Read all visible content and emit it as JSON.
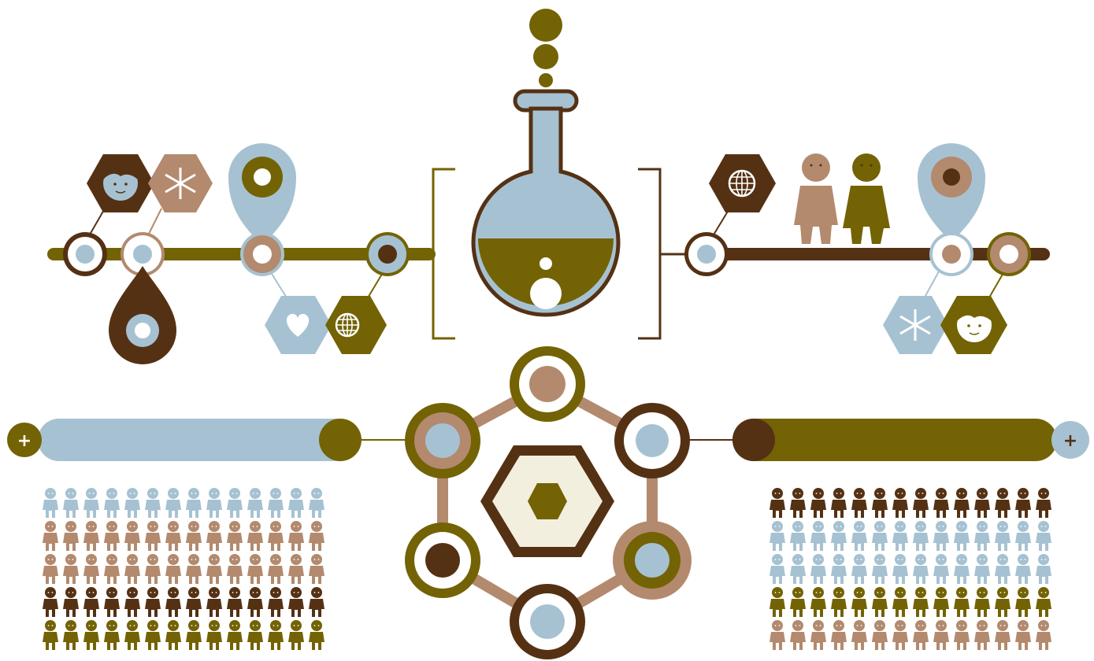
{
  "palette": {
    "olive": "#736304",
    "dark_brown": "#553114",
    "tan": "#b38a6e",
    "light_blue": "#a6c2d2",
    "cream": "#f3efdf",
    "white": "#ffffff"
  },
  "icons": {
    "left_hexes": [
      "face-icon",
      "asterisk-icon",
      "heart-icon",
      "globe-icon"
    ],
    "right_hexes": [
      "globe-icon",
      "asterisk-icon",
      "face-icon"
    ],
    "center": "flask-icon",
    "people": "person-icon",
    "pins": "map-pin-icon",
    "drop": "drop-icon",
    "plus": "plus-icon"
  },
  "controls": {
    "left_plus": "+",
    "right_plus": "+"
  },
  "crowds": {
    "left_row_colors": [
      "light_blue",
      "tan",
      "tan",
      "dark_brown",
      "olive"
    ],
    "right_row_colors": [
      "dark_brown",
      "light_blue",
      "light_blue",
      "olive",
      "tan"
    ],
    "per_row": 14
  }
}
